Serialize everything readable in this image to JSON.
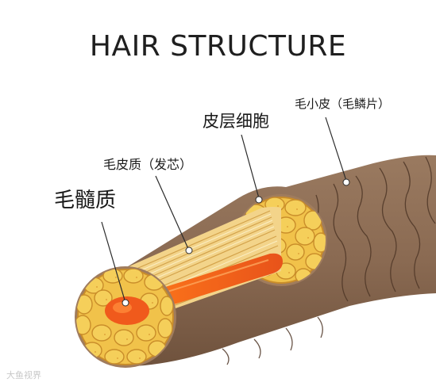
{
  "title": "HAIR STRUCTURE",
  "labels": {
    "medulla": "毛髓质",
    "cortex_fiber": "毛皮质（发芯）",
    "cortex_cell": "皮层细胞",
    "cuticle": "毛小皮（毛鳞片）"
  },
  "watermark": "大鱼视界",
  "colors": {
    "cuticle_brown": "#8a6a52",
    "cuticle_dark": "#5e4330",
    "cell_yellow": "#f1c24a",
    "cell_border": "#c98d2a",
    "medulla_orange": "#f0641c",
    "fiber_light": "#f8e3a8",
    "fiber_dark": "#d3a24a"
  }
}
